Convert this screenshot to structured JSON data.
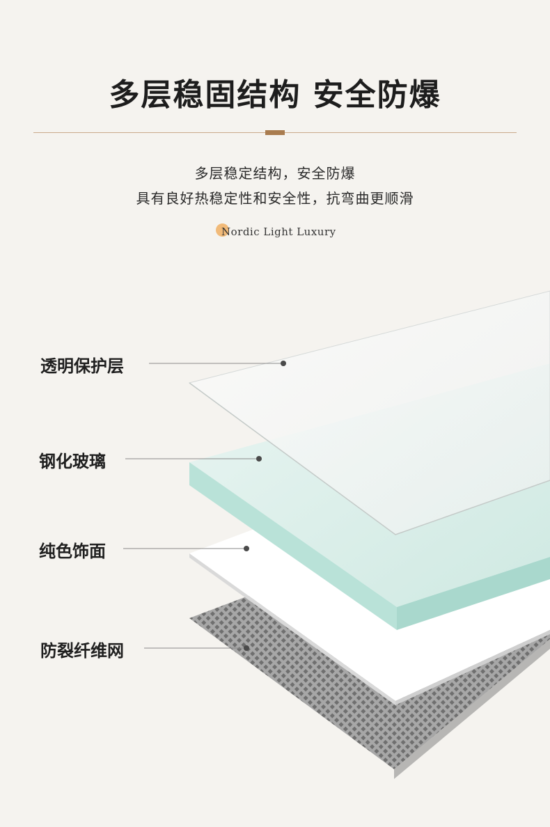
{
  "header": {
    "title": "多层稳固结构 安全防爆",
    "subtitle_line1": "多层稳定结构，安全防爆",
    "subtitle_line2": "具有良好热稳定性和安全性，抗弯曲更顺滑",
    "tagline": "Nordic Light Luxury"
  },
  "layers": [
    {
      "label": "透明保护层"
    },
    {
      "label": "钢化玻璃"
    },
    {
      "label": "纯色饰面"
    },
    {
      "label": "防裂纤维网"
    }
  ],
  "colors": {
    "accent": "#a97c4f",
    "divider": "#c9a98a",
    "tag_dot": "#f1b46c",
    "glass": "#b9e2d8",
    "background": "#f5f3ef"
  }
}
